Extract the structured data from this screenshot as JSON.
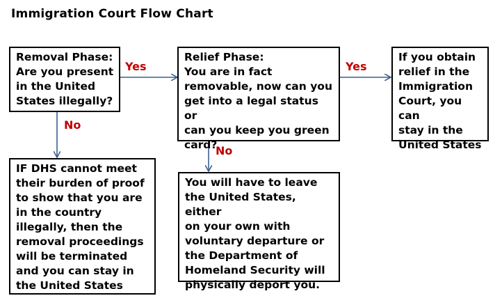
{
  "title": "Immigration Court  Flow Chart",
  "boxes": {
    "removal": [
      "Removal Phase:",
      "Are you present",
      "in the United",
      "States illegally?"
    ],
    "relief": [
      "Relief Phase:",
      "You are in fact",
      "removable, now can you",
      "get into a legal status or",
      "can you keep you green",
      "card?"
    ],
    "obtain": [
      "If you obtain",
      "relief in the",
      "Immigration",
      "Court, you can",
      "stay in the",
      "United States"
    ],
    "dhs": [
      "IF DHS cannot meet",
      "their burden of proof",
      "to show that  you are",
      "in the country",
      "illegally, then the",
      "removal proceedings",
      "will be terminated",
      "and you can stay in",
      "the United States"
    ],
    "leave": [
      "You will have to leave",
      "the United States, either",
      "on your own with",
      "voluntary departure or",
      "the Department of",
      "Homeland Security will",
      "physically deport you."
    ]
  },
  "labels": {
    "yes_1": "Yes",
    "yes_2": "Yes",
    "no_1": "No",
    "no_2": "No"
  },
  "colors": {
    "arrow": "#3a5f8f",
    "label": "#c00000"
  }
}
